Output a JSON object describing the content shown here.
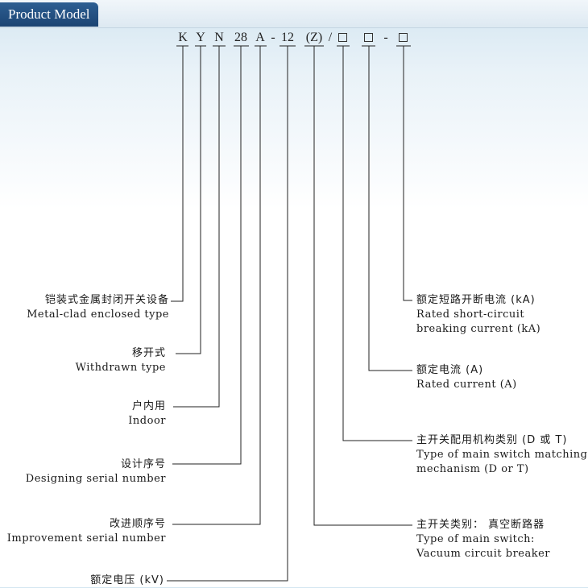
{
  "header": {
    "title": "Product Model"
  },
  "model_code": {
    "segments": [
      "K",
      "Y",
      "N",
      "28",
      "A",
      "-",
      "12",
      "(Z)",
      "/",
      "-"
    ]
  },
  "left_labels": [
    {
      "zh": "铠装式金属封闭开关设备",
      "en": "Metal-clad enclosed type"
    },
    {
      "zh": "移开式",
      "en": "Withdrawn type"
    },
    {
      "zh": "户内用",
      "en": "Indoor"
    },
    {
      "zh": "设计序号",
      "en": "Designing serial number"
    },
    {
      "zh": "改进顺序号",
      "en": "Improvement serial number"
    },
    {
      "zh": "额定电压 (kV)",
      "en": ""
    }
  ],
  "right_labels": [
    {
      "zh": "额定短路开断电流 (kA)",
      "en1": "Rated short-circuit",
      "en2": "breaking current (kA)"
    },
    {
      "zh": "额定电流 (A)",
      "en1": "Rated current (A)",
      "en2": ""
    },
    {
      "zh": "主开关配用机构类别 (D 或 T)",
      "en1": "Type of main switch matching",
      "en2": "mechanism (D or T)"
    },
    {
      "zh": "主开关类别： 真空断路器",
      "en1": "Type of main switch:",
      "en2": "Vacuum circuit breaker"
    }
  ]
}
